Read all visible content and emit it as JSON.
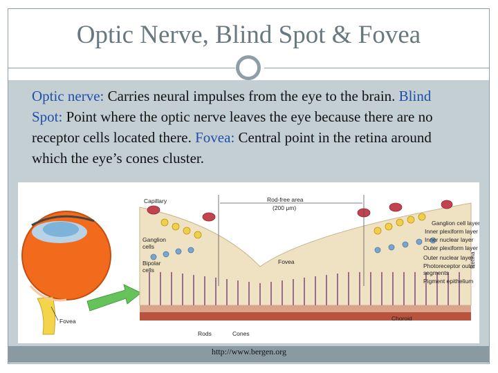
{
  "slide": {
    "title": "Optic Nerve, Blind Spot & Fovea",
    "paragraph": [
      {
        "term": "Optic nerve:",
        "text": " Carries neural impulses from the eye to the brain. "
      },
      {
        "term": "Blind Spot:",
        "text": " Point where the optic nerve leaves the eye because there are no receptor cells located there. "
      },
      {
        "term": "Fovea:",
        "text": " Central point in the retina around which the eye’s cones cluster."
      }
    ],
    "source_url": "http://www.bergen.org"
  },
  "figure": {
    "eye_label": "Fovea",
    "labels": {
      "capillary": "Capillary",
      "rod_free_area": "Rod-free area",
      "rod_free_size": "(200 μm)",
      "ganglion_cells": "Ganglion",
      "ganglion_cells_2": "cells",
      "bipolar_cells": "Bipolar",
      "bipolar_cells_2": "cells",
      "fovea": "Fovea",
      "rods": "Rods",
      "cones": "Cones",
      "choroid": "Choroid",
      "retina": "Retina",
      "layers": [
        "Ganglion cell layer",
        "Inner plexiform layer",
        "Inner nuclear layer",
        "Outer plexiform layer",
        "Outer nuclear layer",
        "Photoreceptor outer",
        "segments",
        "Pigment epithelium"
      ]
    },
    "colors": {
      "eye": "#f26a1b",
      "lens": "#7db3d9",
      "nerve": "#f3d44a",
      "arrow": "#66c25a",
      "choroid": "#b8533d",
      "retina_fill": "#efe2c3",
      "cell_yellow": "#f0d046",
      "cell_blue": "#7ba5cf"
    }
  }
}
